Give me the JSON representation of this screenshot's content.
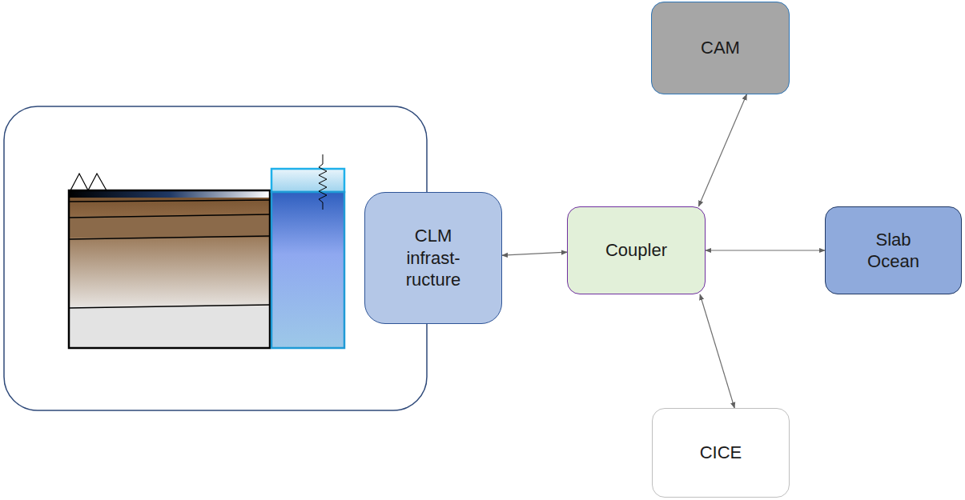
{
  "diagram": {
    "nodes": [
      {
        "text": [
          "CLM infrast- ructure"
        ]
      },
      {
        "text": [
          "Coupler"
        ]
      },
      {
        "text": [
          "CAM"
        ]
      },
      {
        "text": [
          "Slab Ocean"
        ]
      },
      {
        "text": [
          "CICE"
        ]
      }
    ],
    "edges": [
      {
        "from": 0,
        "to": 1,
        "arrow": "both"
      },
      {
        "from": 2,
        "to": 1,
        "arrow": "both"
      },
      {
        "from": 1,
        "to": 3,
        "arrow": "both"
      },
      {
        "from": 1,
        "to": 4,
        "arrow": "both"
      }
    ]
  }
}
